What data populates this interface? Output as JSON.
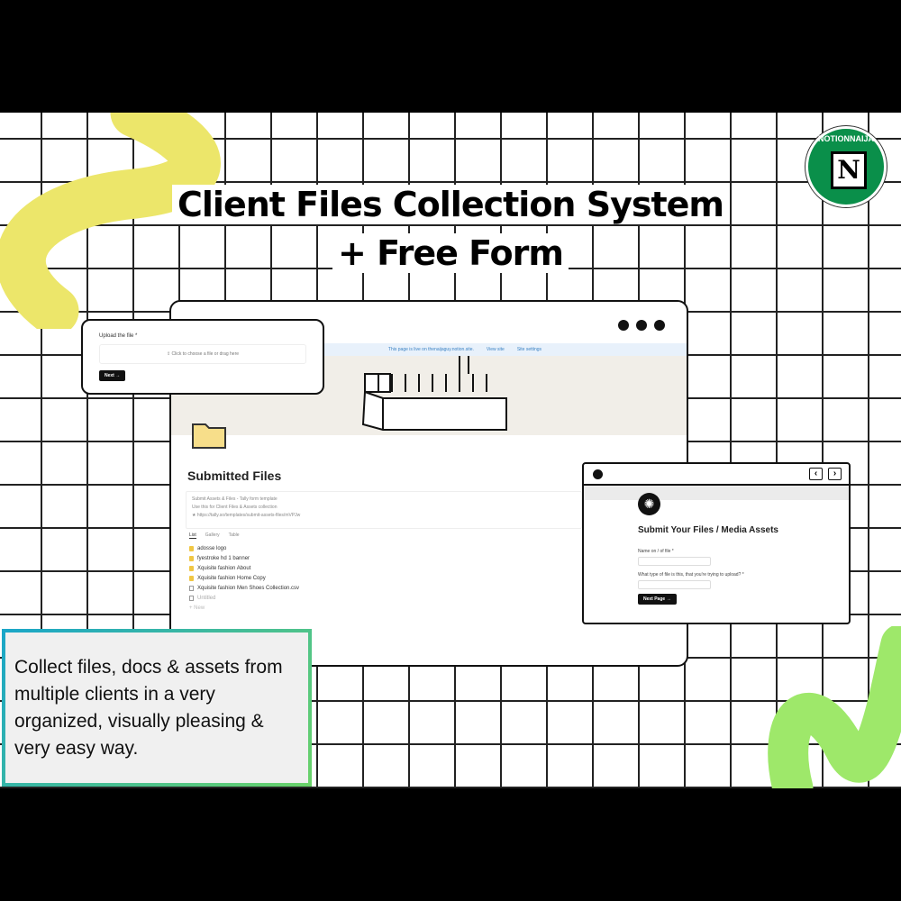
{
  "headline": {
    "line1": "Client Files Collection System",
    "line2": "+ Free Form"
  },
  "logo": {
    "text": "NOTIONNAIJA",
    "letter": "N"
  },
  "notion_page": {
    "live_banner": "This page is live on thenaijaguy.notion.site.",
    "view_site": "View site",
    "site_settings": "Site settings",
    "title": "Submitted Files",
    "embed": {
      "title": "Submit Assets & Files - Tally form template",
      "subtitle": "Use this for Client Files & Assets collection",
      "url": "https://tally.so/templates/submit-assets-files/mVPJw"
    },
    "views": [
      "List",
      "Gallery",
      "Table"
    ],
    "items": [
      {
        "label": "adosse logo",
        "type": "folder"
      },
      {
        "label": "fyestroke hd 1 banner",
        "type": "folder"
      },
      {
        "label": "Xquisite fashion About",
        "type": "folder"
      },
      {
        "label": "Xquisite fashion Home Copy",
        "type": "folder"
      },
      {
        "label": "Xquisite fashion Men Shoes Collection.csv",
        "type": "page"
      },
      {
        "label": "Untitled",
        "type": "page"
      }
    ],
    "new_label": "+ New"
  },
  "upload_card": {
    "label": "Upload the file *",
    "drop_text": "⇪ Click to choose a file or drag here",
    "next": "Next →"
  },
  "tally_form": {
    "title": "Submit Your Files / Media Assets",
    "q1": "Name on / of file *",
    "q2": "What type of file is this, that you're trying to upload? *",
    "next": "Next Page →"
  },
  "caption": "Collect files, docs & assets from multiple clients in a very organized, visually pleasing & very easy way.",
  "colors": {
    "yellow": "#ece66a",
    "green": "#9ee86a",
    "logo_green": "#0a8f4a"
  }
}
